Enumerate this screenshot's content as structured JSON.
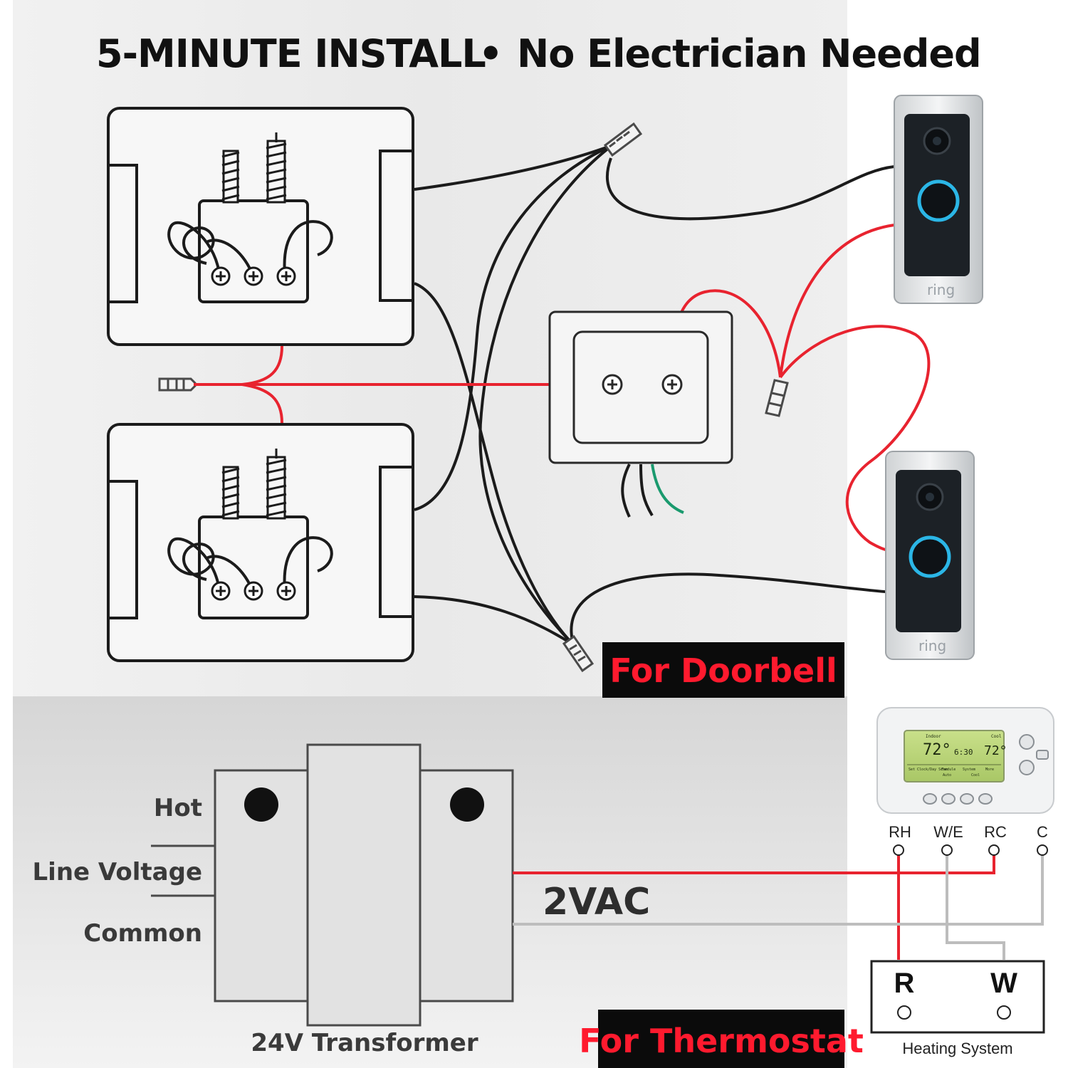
{
  "headline": {
    "left": "5-MINUTE INSTALL",
    "bullet": "•",
    "right": "No Electrician Needed"
  },
  "doorbell_section": {
    "tag": "For Doorbell",
    "devices": [
      {
        "name": "doorbell",
        "brand": "ring"
      },
      {
        "name": "doorbell",
        "brand": "ring"
      }
    ]
  },
  "thermostat_section": {
    "tag": "For Thermostat",
    "transformer_label": "24V Transformer",
    "input_labels": [
      "Hot",
      "Line Voltage",
      "Common"
    ],
    "output_label": "2VAC",
    "thermostat_terminals": [
      "RH",
      "W/E",
      "RC",
      "C"
    ],
    "thermostat_display": {
      "indoor": "72°",
      "time": "6:30",
      "setpoint": "72°",
      "top_labels": [
        "Indoor",
        "Cool"
      ],
      "menu": [
        "Set Clock/Day Schedule",
        "Fan",
        "System",
        "More"
      ],
      "sub_menu": [
        "Auto",
        "Cool"
      ]
    },
    "heating_system": {
      "label": "Heating System",
      "terminals": [
        "R",
        "W"
      ]
    }
  },
  "colors": {
    "hot_wire": "#e8232f",
    "wire": "#1b1b1b",
    "ground_wire": "#1a9a6e",
    "common_wire": "#bdbdbd",
    "tag_background": "#0b0b0b",
    "tag_text": "#ff1a2e",
    "ring_accent": "#2bb6e6"
  }
}
